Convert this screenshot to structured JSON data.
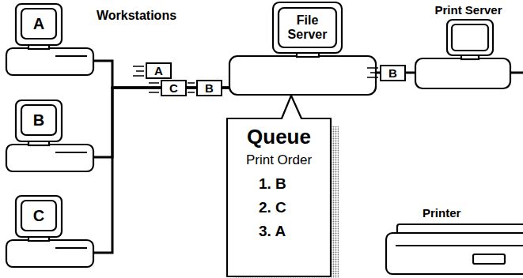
{
  "diagram": {
    "nodes": [
      {
        "text": [
          "A"
        ]
      },
      {
        "text": [
          "B"
        ]
      },
      {
        "text": [
          "C"
        ]
      },
      {
        "text": [
          "File Server"
        ]
      },
      {
        "text": [
          "Print Server"
        ]
      },
      {
        "text": [
          "Printer"
        ]
      },
      {
        "text": [
          "Queue",
          "Print Order",
          "1. B",
          "2. C",
          "3. A"
        ]
      },
      {
        "text": [
          "A"
        ]
      },
      {
        "text": [
          "C"
        ]
      },
      {
        "text": [
          "B"
        ]
      },
      {
        "text": [
          "B"
        ]
      }
    ],
    "edges": [
      {
        "from": 0,
        "to": 3,
        "arrow": "none"
      },
      {
        "from": 1,
        "to": 3,
        "arrow": "none"
      },
      {
        "from": 2,
        "to": 3,
        "arrow": "none"
      },
      {
        "from": 3,
        "to": 4,
        "arrow": "none"
      }
    ],
    "labels": [
      "Workstations"
    ]
  }
}
